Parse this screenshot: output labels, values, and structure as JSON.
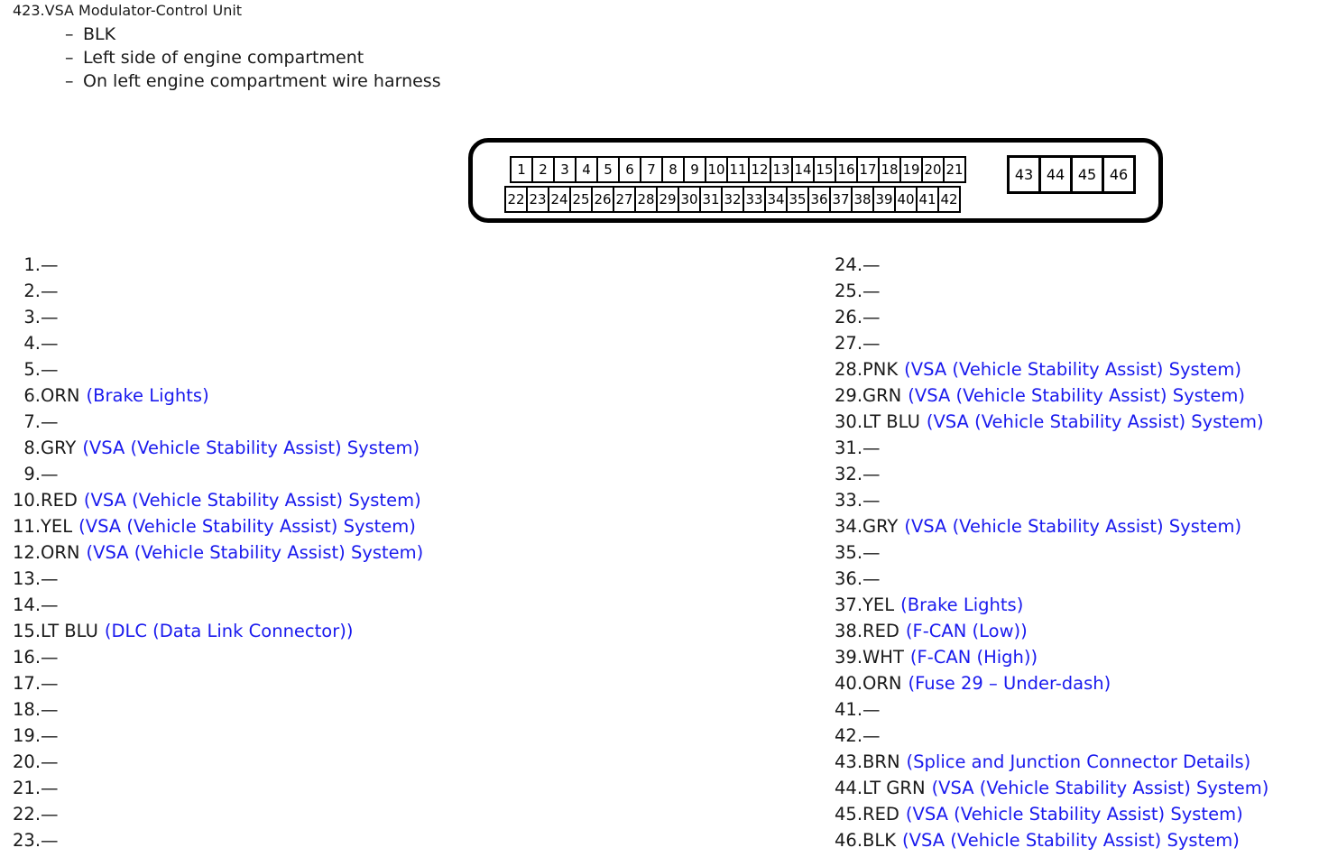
{
  "header": {
    "title": "423.VSA Modulator-Control Unit",
    "bullet_marker": "–",
    "notes": [
      "BLK",
      "Left side of engine compartment",
      "On left engine compartment wire harness"
    ]
  },
  "connector": {
    "row_top": [
      "1",
      "2",
      "3",
      "4",
      "5",
      "6",
      "7",
      "8",
      "9",
      "10",
      "11",
      "12",
      "13",
      "14",
      "15",
      "16",
      "17",
      "18",
      "19",
      "20",
      "21"
    ],
    "row_bottom": [
      "22",
      "23",
      "24",
      "25",
      "26",
      "27",
      "28",
      "29",
      "30",
      "31",
      "32",
      "33",
      "34",
      "35",
      "36",
      "37",
      "38",
      "39",
      "40",
      "41",
      "42"
    ],
    "group_aux": [
      "43",
      "44",
      "45",
      "46"
    ]
  },
  "colors": {
    "description_blue": "#1a1aee",
    "text_black": "#1a1a1a",
    "outline_black": "#000000"
  },
  "empty_marker": "—",
  "pins_left": [
    {
      "num": "1.",
      "color": "—",
      "desc": ""
    },
    {
      "num": "2.",
      "color": "—",
      "desc": ""
    },
    {
      "num": "3.",
      "color": "—",
      "desc": ""
    },
    {
      "num": "4.",
      "color": "—",
      "desc": ""
    },
    {
      "num": "5.",
      "color": "—",
      "desc": ""
    },
    {
      "num": "6.",
      "color": "ORN",
      "desc": "(Brake Lights)"
    },
    {
      "num": "7.",
      "color": "—",
      "desc": ""
    },
    {
      "num": "8.",
      "color": "GRY",
      "desc": "(VSA (Vehicle Stability Assist) System)"
    },
    {
      "num": "9.",
      "color": "—",
      "desc": ""
    },
    {
      "num": "10.",
      "color": "RED",
      "desc": "(VSA (Vehicle Stability Assist) System)"
    },
    {
      "num": "11.",
      "color": "YEL",
      "desc": "(VSA (Vehicle Stability Assist) System)"
    },
    {
      "num": "12.",
      "color": "ORN",
      "desc": "(VSA (Vehicle Stability Assist) System)"
    },
    {
      "num": "13.",
      "color": "—",
      "desc": ""
    },
    {
      "num": "14.",
      "color": "—",
      "desc": ""
    },
    {
      "num": "15.",
      "color": "LT BLU",
      "desc": "(DLC (Data Link Connector))"
    },
    {
      "num": "16.",
      "color": "—",
      "desc": ""
    },
    {
      "num": "17.",
      "color": "—",
      "desc": ""
    },
    {
      "num": "18.",
      "color": "—",
      "desc": ""
    },
    {
      "num": "19.",
      "color": "—",
      "desc": ""
    },
    {
      "num": "20.",
      "color": "—",
      "desc": ""
    },
    {
      "num": "21.",
      "color": "—",
      "desc": ""
    },
    {
      "num": "22.",
      "color": "—",
      "desc": ""
    },
    {
      "num": "23.",
      "color": "—",
      "desc": ""
    }
  ],
  "pins_right": [
    {
      "num": "24.",
      "color": "—",
      "desc": ""
    },
    {
      "num": "25.",
      "color": "—",
      "desc": ""
    },
    {
      "num": "26.",
      "color": "—",
      "desc": ""
    },
    {
      "num": "27.",
      "color": "—",
      "desc": ""
    },
    {
      "num": "28.",
      "color": "PNK",
      "desc": "(VSA (Vehicle Stability Assist) System)"
    },
    {
      "num": "29.",
      "color": "GRN",
      "desc": "(VSA (Vehicle Stability Assist) System)"
    },
    {
      "num": "30.",
      "color": "LT BLU",
      "desc": "(VSA (Vehicle Stability Assist) System)"
    },
    {
      "num": "31.",
      "color": "—",
      "desc": ""
    },
    {
      "num": "32.",
      "color": "—",
      "desc": ""
    },
    {
      "num": "33.",
      "color": "—",
      "desc": ""
    },
    {
      "num": "34.",
      "color": "GRY",
      "desc": "(VSA (Vehicle Stability Assist) System)"
    },
    {
      "num": "35.",
      "color": "—",
      "desc": ""
    },
    {
      "num": "36.",
      "color": "—",
      "desc": ""
    },
    {
      "num": "37.",
      "color": "YEL",
      "desc": "(Brake Lights)"
    },
    {
      "num": "38.",
      "color": "RED",
      "desc": "(F-CAN (Low))"
    },
    {
      "num": "39.",
      "color": "WHT",
      "desc": "(F-CAN (High))"
    },
    {
      "num": "40.",
      "color": "ORN",
      "desc": "(Fuse 29 – Under-dash)"
    },
    {
      "num": "41.",
      "color": "—",
      "desc": ""
    },
    {
      "num": "42.",
      "color": "—",
      "desc": ""
    },
    {
      "num": "43.",
      "color": "BRN",
      "desc": "(Splice and Junction Connector Details)"
    },
    {
      "num": "44.",
      "color": "LT GRN",
      "desc": "(VSA (Vehicle Stability Assist) System)"
    },
    {
      "num": "45.",
      "color": "RED",
      "desc": "(VSA (Vehicle Stability Assist) System)"
    },
    {
      "num": "46.",
      "color": "BLK",
      "desc": "(VSA (Vehicle Stability Assist) System)"
    }
  ]
}
